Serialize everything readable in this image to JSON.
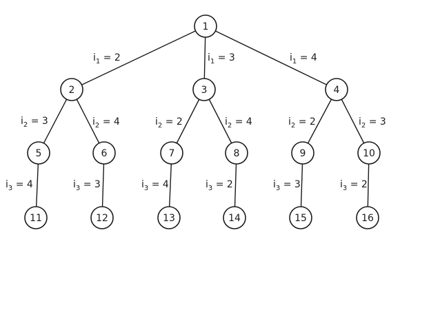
{
  "tree": {
    "nodes": [
      {
        "id": "1",
        "label": "1"
      },
      {
        "id": "2",
        "label": "2"
      },
      {
        "id": "3",
        "label": "3"
      },
      {
        "id": "4",
        "label": "4"
      },
      {
        "id": "5",
        "label": "5"
      },
      {
        "id": "6",
        "label": "6"
      },
      {
        "id": "7",
        "label": "7"
      },
      {
        "id": "8",
        "label": "8"
      },
      {
        "id": "9",
        "label": "9"
      },
      {
        "id": "10",
        "label": "10"
      },
      {
        "id": "11",
        "label": "11"
      },
      {
        "id": "12",
        "label": "12"
      },
      {
        "id": "13",
        "label": "13"
      },
      {
        "id": "14",
        "label": "14"
      },
      {
        "id": "15",
        "label": "15"
      },
      {
        "id": "16",
        "label": "16"
      }
    ],
    "edges": [
      {
        "from": "1",
        "to": "2",
        "var": "i",
        "sub": "1",
        "value": "2"
      },
      {
        "from": "1",
        "to": "3",
        "var": "i",
        "sub": "1",
        "value": "3"
      },
      {
        "from": "1",
        "to": "4",
        "var": "i",
        "sub": "1",
        "value": "4"
      },
      {
        "from": "2",
        "to": "5",
        "var": "i",
        "sub": "2",
        "value": "3"
      },
      {
        "from": "2",
        "to": "6",
        "var": "i",
        "sub": "2",
        "value": "4"
      },
      {
        "from": "3",
        "to": "7",
        "var": "i",
        "sub": "2",
        "value": "2"
      },
      {
        "from": "3",
        "to": "8",
        "var": "i",
        "sub": "2",
        "value": "4"
      },
      {
        "from": "4",
        "to": "9",
        "var": "i",
        "sub": "2",
        "value": "2"
      },
      {
        "from": "4",
        "to": "10",
        "var": "i",
        "sub": "2",
        "value": "3"
      },
      {
        "from": "5",
        "to": "11",
        "var": "i",
        "sub": "3",
        "value": "4"
      },
      {
        "from": "6",
        "to": "12",
        "var": "i",
        "sub": "3",
        "value": "3"
      },
      {
        "from": "7",
        "to": "13",
        "var": "i",
        "sub": "3",
        "value": "4"
      },
      {
        "from": "8",
        "to": "14",
        "var": "i",
        "sub": "3",
        "value": "2"
      },
      {
        "from": "9",
        "to": "15",
        "var": "i",
        "sub": "3",
        "value": "3"
      },
      {
        "from": "10",
        "to": "16",
        "var": "i",
        "sub": "3",
        "value": "2"
      }
    ]
  }
}
